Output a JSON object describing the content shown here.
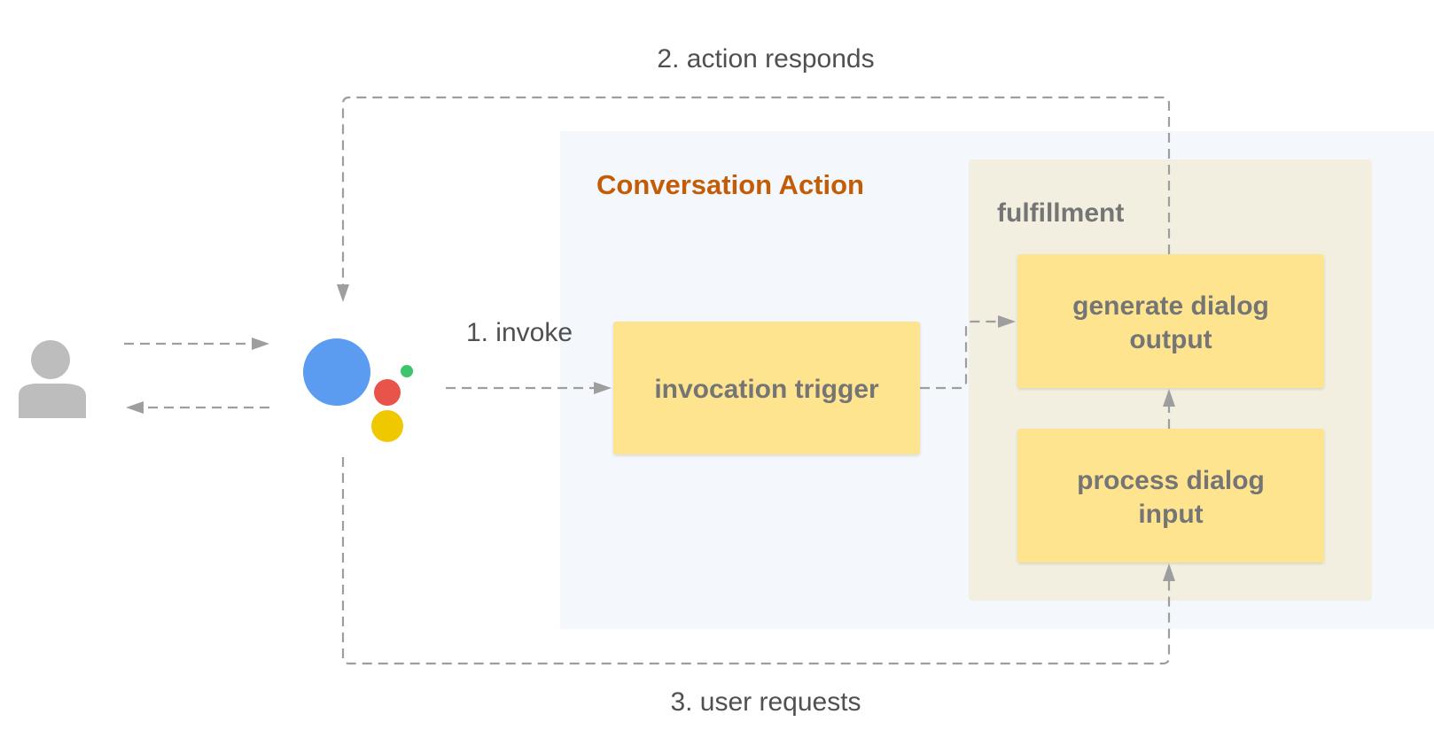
{
  "diagram": {
    "labels": {
      "action_responds": "2. action responds",
      "invoke": "1. invoke",
      "user_requests": "3. user requests"
    },
    "conversation_action": {
      "title": "Conversation Action",
      "title_color": "#c45c05",
      "background_color": "#f4f7fc"
    },
    "fulfillment": {
      "title": "fulfillment",
      "background_color": "#f2efe0"
    },
    "boxes": {
      "invocation_trigger": {
        "lines": [
          "invocation trigger"
        ]
      },
      "generate_dialog_output": {
        "lines": [
          "generate dialog",
          "output"
        ]
      },
      "process_dialog_input": {
        "lines": [
          "process dialog",
          "input"
        ]
      },
      "box_color": "#ffe490"
    },
    "icons": {
      "user": "user-icon",
      "assistant": "google-assistant-icon",
      "assistant_colors": {
        "blue": "#5b9cf1",
        "red": "#e8534a",
        "yellow": "#f0c800",
        "green": "#3ec46d"
      }
    }
  }
}
